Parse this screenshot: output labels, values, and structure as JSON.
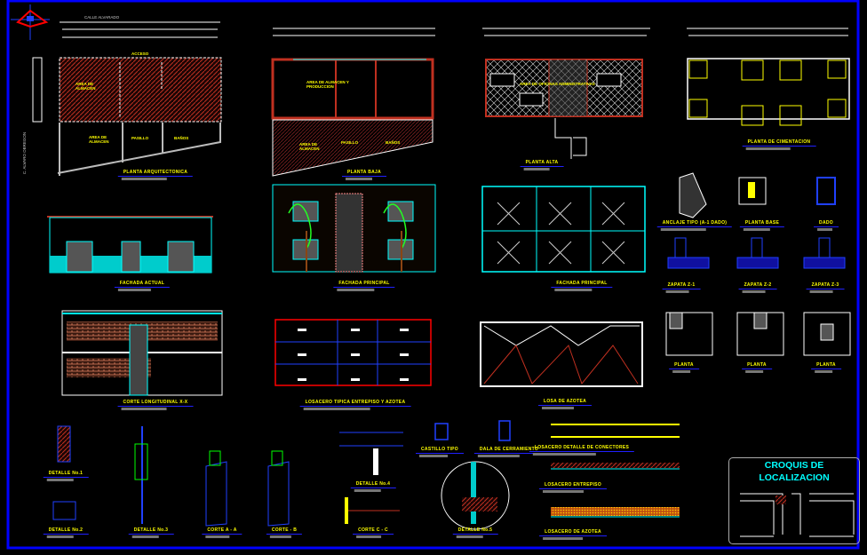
{
  "sheet": {
    "street_label": "CALLE ALVARADO",
    "side_street_label": "C. ALVARO OBREGON",
    "colors": {
      "frame": "#0000ff",
      "titles": "#ffff00",
      "croquis": "#00ffff",
      "hatch": "#c03020",
      "glazing": "#00ffff"
    }
  },
  "rooms": {
    "acceso": "ACCESO",
    "almacen": "AREA DE ALMACEN",
    "almacen_produccion": "AREA DE ALMACEN Y PRODUCCION",
    "pasillo": "PASILLO",
    "banos": "BAÑOS",
    "oficinas": "AREA DE OFICINAS ADMINISTRATIVAS"
  },
  "titles": {
    "planta_arquitectonica": "PLANTA ARQUITECTONICA",
    "planta_baja": "PLANTA BAJA",
    "planta_alta": "PLANTA ALTA",
    "planta_cimentacion": "PLANTA DE CIMENTACION",
    "anclaje": "ANCLAJE TIPO (A-1 DADO)",
    "planta_base": "PLANTA BASE",
    "dado": "DADO",
    "fachada_actual": "FACHADA ACTUAL",
    "fachada_principal_1": "FACHADA PRINCIPAL",
    "fachada_principal_2": "FACHADA PRINCIPAL",
    "zapata_1": "ZAPATA Z-1",
    "zapata_2": "ZAPATA Z-2",
    "zapata_3": "ZAPATA Z-3",
    "planta_z1": "PLANTA",
    "planta_z2": "PLANTA",
    "planta_z3": "PLANTA",
    "corte_longitudinal": "CORTE LONGITUDINAL X-X",
    "losacero_tipica": "LOSACERO TIPICA ENTREPISO Y AZOTEA",
    "losa_azotea": "LOSA DE AZOTEA",
    "detalle_1": "DETALLE No.1",
    "detalle_2": "DETALLE No.2",
    "detalle_3": "DETALLE No.3",
    "corte_a": "CORTE A - A",
    "corte_b": "CORTE - B",
    "detalle_4": "DETALLE No.4",
    "corte_c": "CORTE C - C",
    "castillo": "CASTILLO TIPO",
    "dala": "DALA DE CERRAMIENTO",
    "detalle_5": "DETALLE No.5",
    "losacero_conectores": "LOSACERO DETALLE DE CONECTORES",
    "losacero_entrepiso": "LOSACERO ENTREPISO",
    "losacero_azotea": "LOSACERO DE AZOTEA"
  },
  "croquis": {
    "line1": "CROQUIS DE",
    "line2": "LOCALIZACION"
  }
}
